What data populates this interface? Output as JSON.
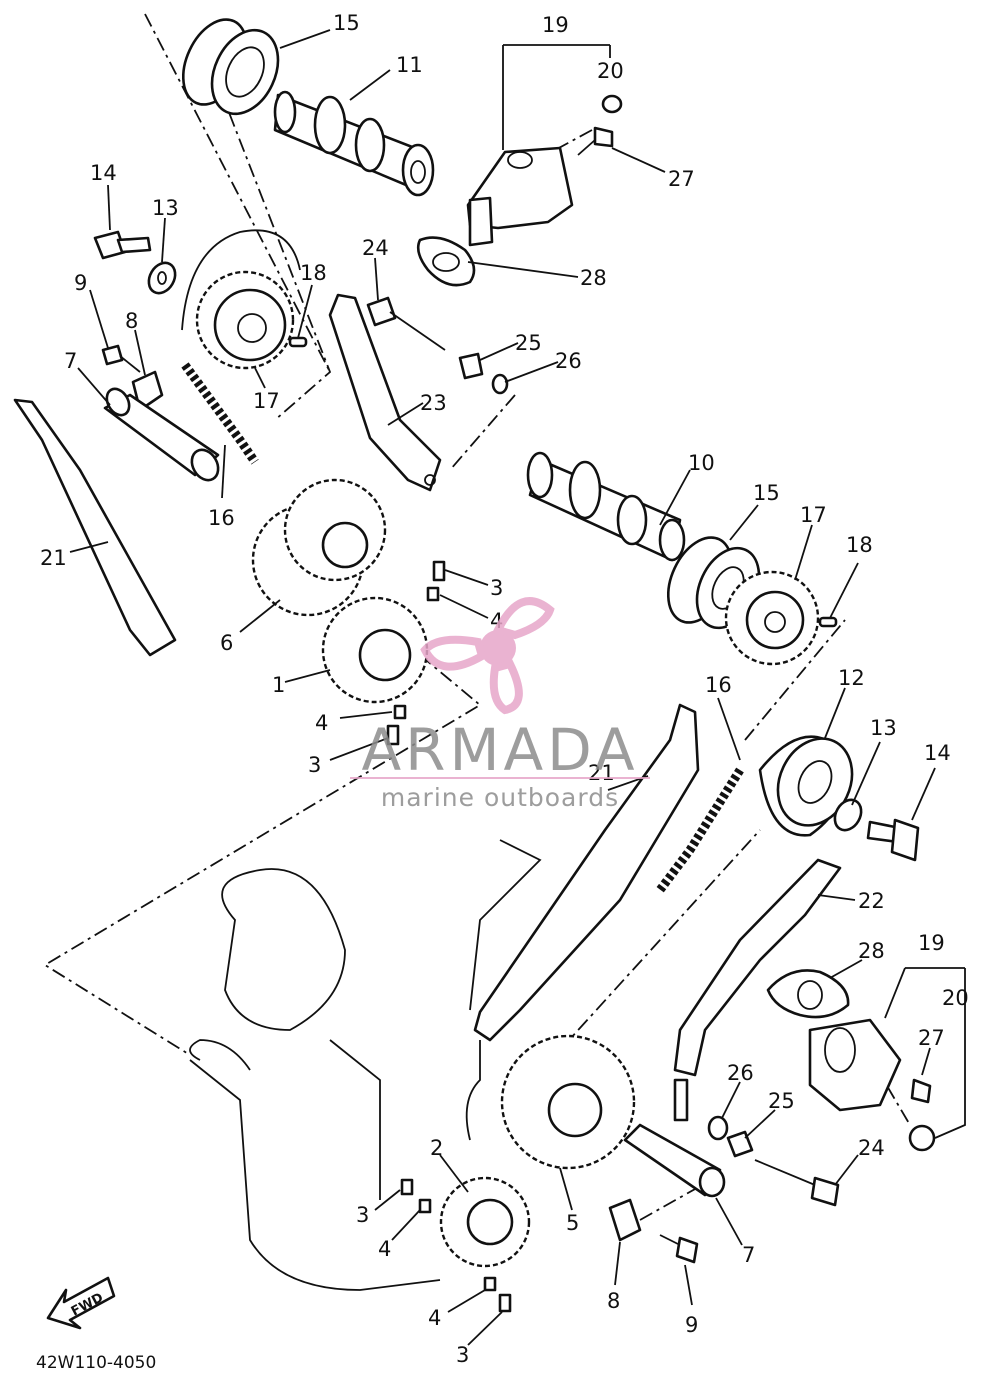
{
  "diagram": {
    "code": "42W110-4050",
    "fwd_label": "FWD",
    "watermark": {
      "name": "ARMADA",
      "tagline": "marine outboards",
      "logo_color": "#e7a6c9"
    },
    "callouts": [
      {
        "id": "c-15a",
        "text": "15"
      },
      {
        "id": "c-11",
        "text": "11"
      },
      {
        "id": "c-19a",
        "text": "19"
      },
      {
        "id": "c-20a",
        "text": "20"
      },
      {
        "id": "c-27a",
        "text": "27"
      },
      {
        "id": "c-28a",
        "text": "28"
      },
      {
        "id": "c-14a",
        "text": "14"
      },
      {
        "id": "c-13a",
        "text": "13"
      },
      {
        "id": "c-24a",
        "text": "24"
      },
      {
        "id": "c-18a",
        "text": "18"
      },
      {
        "id": "c-9a",
        "text": "9"
      },
      {
        "id": "c-8a",
        "text": "8"
      },
      {
        "id": "c-25a",
        "text": "25"
      },
      {
        "id": "c-26a",
        "text": "26"
      },
      {
        "id": "c-7a",
        "text": "7"
      },
      {
        "id": "c-17a",
        "text": "17"
      },
      {
        "id": "c-23",
        "text": "23"
      },
      {
        "id": "c-16a",
        "text": "16"
      },
      {
        "id": "c-21a",
        "text": "21"
      },
      {
        "id": "c-10",
        "text": "10"
      },
      {
        "id": "c-15b",
        "text": "15"
      },
      {
        "id": "c-17b",
        "text": "17"
      },
      {
        "id": "c-18b",
        "text": "18"
      },
      {
        "id": "c-3a",
        "text": "3"
      },
      {
        "id": "c-4a",
        "text": "4"
      },
      {
        "id": "c-6",
        "text": "6"
      },
      {
        "id": "c-1",
        "text": "1"
      },
      {
        "id": "c-4b",
        "text": "4"
      },
      {
        "id": "c-3b",
        "text": "3"
      },
      {
        "id": "c-12",
        "text": "12"
      },
      {
        "id": "c-16b",
        "text": "16"
      },
      {
        "id": "c-21b",
        "text": "21"
      },
      {
        "id": "c-13b",
        "text": "13"
      },
      {
        "id": "c-14b",
        "text": "14"
      },
      {
        "id": "c-22",
        "text": "22"
      },
      {
        "id": "c-19b",
        "text": "19"
      },
      {
        "id": "c-28b",
        "text": "28"
      },
      {
        "id": "c-20b",
        "text": "20"
      },
      {
        "id": "c-27b",
        "text": "27"
      },
      {
        "id": "c-26b",
        "text": "26"
      },
      {
        "id": "c-25b",
        "text": "25"
      },
      {
        "id": "c-24b",
        "text": "24"
      },
      {
        "id": "c-2",
        "text": "2"
      },
      {
        "id": "c-3c",
        "text": "3"
      },
      {
        "id": "c-4c",
        "text": "4"
      },
      {
        "id": "c-5",
        "text": "5"
      },
      {
        "id": "c-7b",
        "text": "7"
      },
      {
        "id": "c-8b",
        "text": "8"
      },
      {
        "id": "c-9b",
        "text": "9"
      },
      {
        "id": "c-4d",
        "text": "4"
      },
      {
        "id": "c-3d",
        "text": "3"
      }
    ]
  }
}
